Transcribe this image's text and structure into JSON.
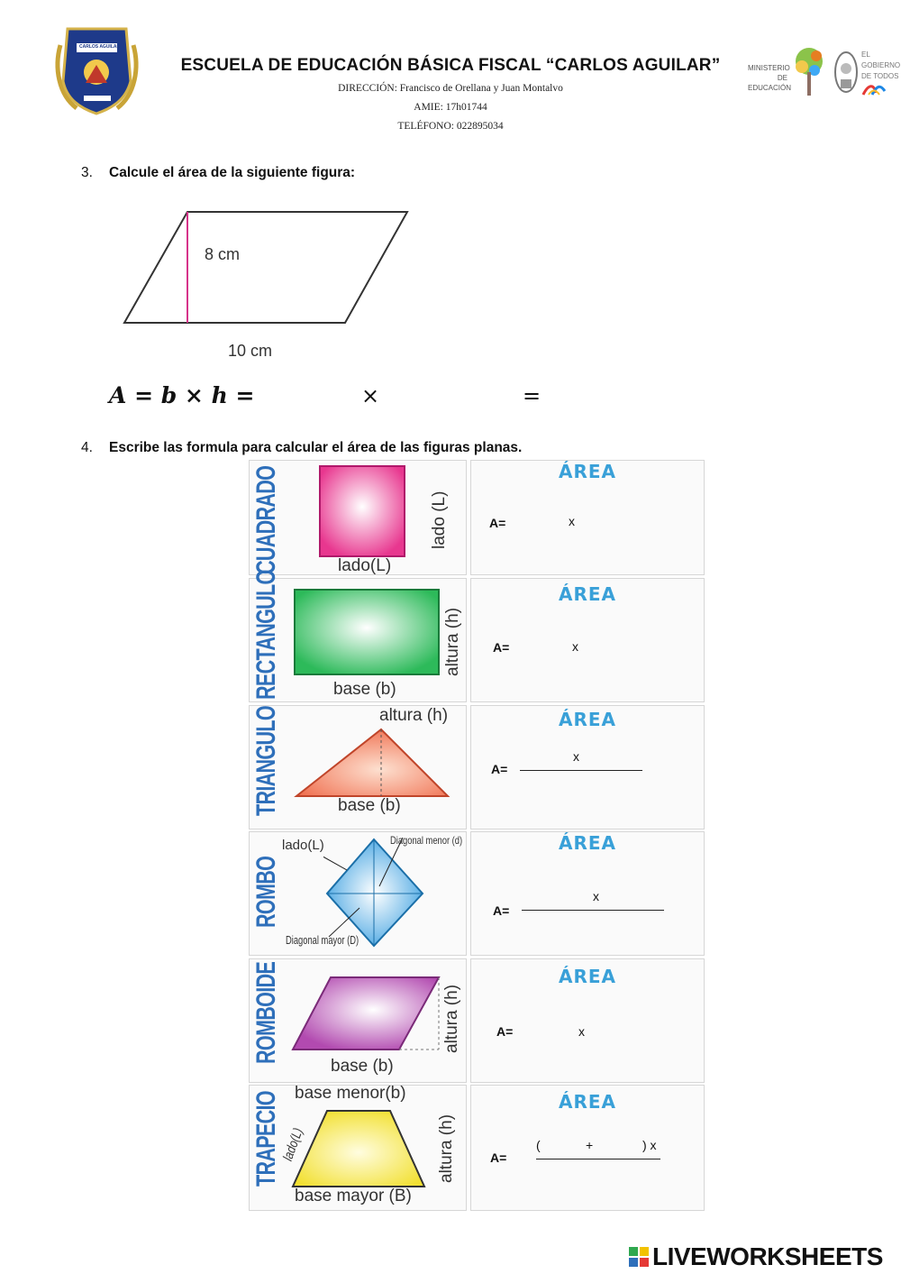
{
  "header": {
    "school_name": "ESCUELA DE EDUCACIÓN BÁSICA FISCAL “CARLOS AGUILAR”",
    "address": "DIRECCIÓN: Francisco de Orellana y Juan Montalvo",
    "amie": "AMIE: 17h01744",
    "phone": "TELÉFONO: 022895034",
    "logo_text": "CARLOS AGUILAR",
    "ministry_line1": "MINISTERIO",
    "ministry_line2": "DE EDUCACIÓN",
    "gov_line1": "EL",
    "gov_line2": "GOBIERNO",
    "gov_line3": "DE TODOS"
  },
  "q3": {
    "number": "3.",
    "text": "Calcule el área de la siguiente figura:",
    "height_label": "8 cm",
    "base_label": "10 cm",
    "formula": "A = b × h =",
    "times": "×",
    "equals": "="
  },
  "q4": {
    "number": "4.",
    "text": "Escribe las formula para calcular el área de las figuras planas."
  },
  "shapes": [
    {
      "name": "CUADRADO",
      "labels": [
        "lado(L)",
        "lado (L)"
      ],
      "area_title": "ÁREA",
      "a_label": "A=",
      "op": "x"
    },
    {
      "name": "RECTANGULO",
      "labels": [
        "base (b)",
        "altura (h)"
      ],
      "area_title": "ÁREA",
      "a_label": "A=",
      "op": "x"
    },
    {
      "name": "TRIANGULO",
      "labels": [
        "base (b)",
        "altura (h)"
      ],
      "area_title": "ÁREA",
      "a_label": "A=",
      "op": "x"
    },
    {
      "name": "ROMBO",
      "labels": [
        "lado(L)",
        "Diagonal menor (d)",
        "Diagonal mayor (D)"
      ],
      "area_title": "ÁREA",
      "a_label": "A=",
      "op": "x"
    },
    {
      "name": "ROMBOIDE",
      "labels": [
        "base (b)",
        "altura (h)"
      ],
      "area_title": "ÁREA",
      "a_label": "A=",
      "op": "x"
    },
    {
      "name": "TRAPECIO",
      "labels": [
        "base menor(b)",
        "base mayor (B)",
        "altura (h)",
        "lado(L)"
      ],
      "area_title": "ÁREA",
      "a_label": "A=",
      "op": "( + ) x",
      "open_paren": "(",
      "plus": "+",
      "close_paren_x": ") x"
    }
  ],
  "footer": {
    "brand": "LIVEWORKSHEETS",
    "colors": {
      "brand": "#111111",
      "green": "#2fa84f",
      "yellow": "#f2c200",
      "blue": "#2e6fba"
    }
  }
}
